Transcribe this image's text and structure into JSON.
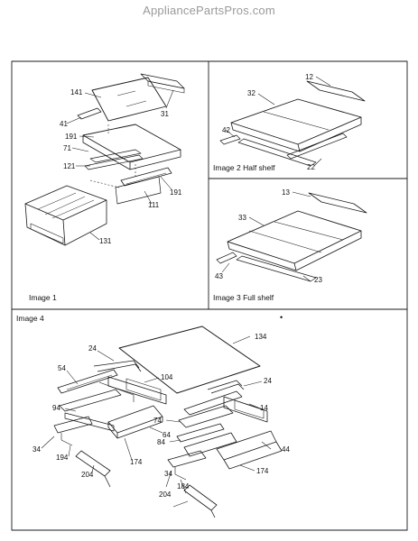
{
  "watermark": "AppliancePartsPros.com",
  "panels": {
    "image1": "Image 1",
    "image2": "Image 2 Half shelf",
    "image3": "Image 3 Full shelf",
    "image4": "Image 4"
  },
  "callouts": {
    "c141": "141",
    "c31": "31",
    "c41": "41",
    "c191a": "191",
    "c71": "71",
    "c121": "121",
    "c191b": "191",
    "c111": "111",
    "c131": "131",
    "c12": "12",
    "c32": "32",
    "c42": "42",
    "c22": "22",
    "c13": "13",
    "c33": "33",
    "c43": "43",
    "c23": "23",
    "c134": "134",
    "c24a": "24",
    "c54": "54",
    "c104": "104",
    "c94": "94",
    "c24b": "24",
    "c14": "14",
    "c74": "74",
    "c64": "64",
    "c34a": "34",
    "c194": "194",
    "c174a": "174",
    "c84": "84",
    "c44": "44",
    "c204a": "204",
    "c174b": "174",
    "c34b": "34",
    "c184": "184",
    "c204b": "204"
  }
}
